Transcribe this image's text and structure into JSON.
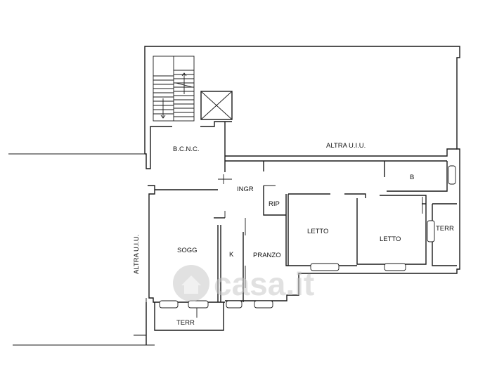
{
  "rooms": {
    "bcnc": "B.C.N.C.",
    "altra_top": "ALTRA U.I.U.",
    "altra_left": "ALTRA U.I.U.",
    "ingr": "INGR",
    "rip": "RIP",
    "b": "B",
    "letto_1": "LETTO",
    "letto_2": "LETTO",
    "terr_right": "TERR",
    "sogg": "SOGG",
    "k": "K",
    "pranzo": "PRANZO",
    "terr_bottom": "TERR"
  },
  "watermark": {
    "text": "casa.it"
  },
  "colors": {
    "line": "#1a1a1a",
    "watermark": "#c8c8c8",
    "background": "#ffffff"
  },
  "icons": {
    "watermark_logo": "house-icon",
    "stair": "staircase-icon",
    "shaft": "shaft-cross-icon"
  }
}
